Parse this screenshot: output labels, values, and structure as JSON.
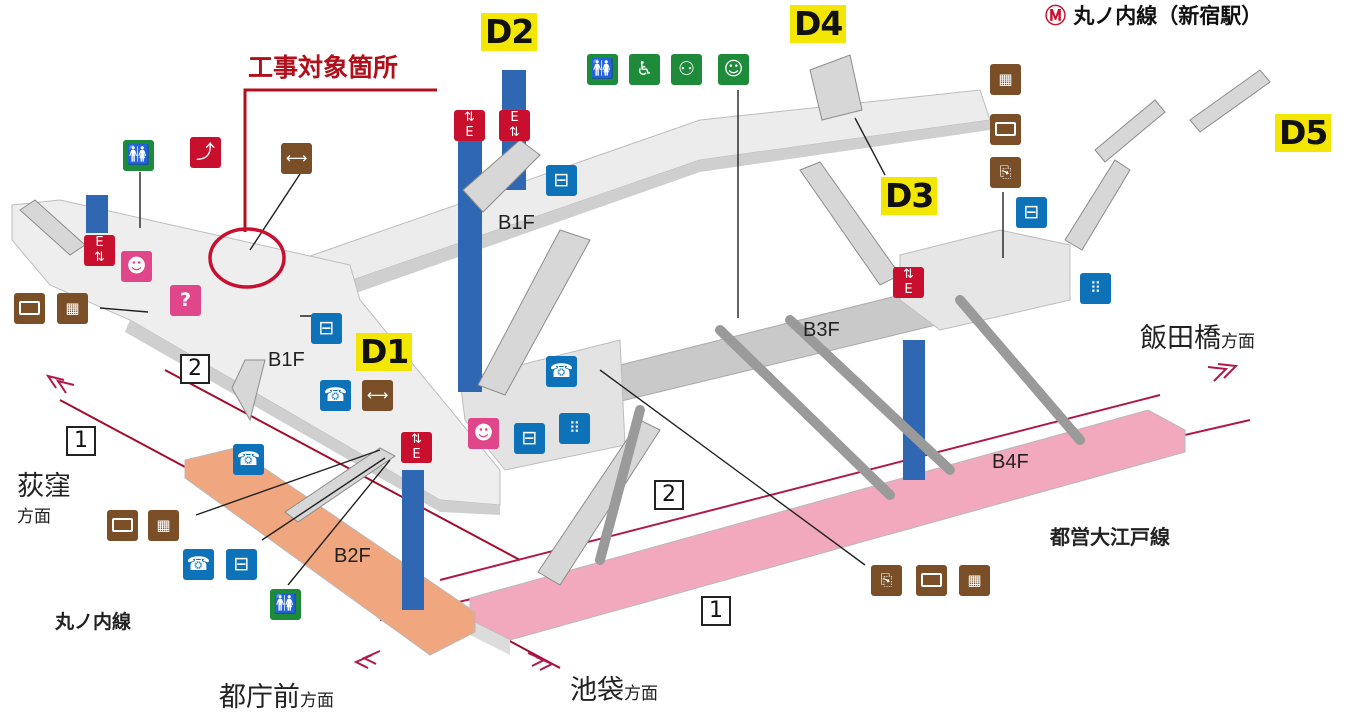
{
  "header": {
    "line_symbol": "Ⓜ",
    "line_title": "丸ノ内線（新宿駅）"
  },
  "construction": {
    "label": "工事対象箇所"
  },
  "exits": {
    "d1": "D1",
    "d2": "D2",
    "d3": "D3",
    "d4": "D4",
    "d5": "D5"
  },
  "floors": {
    "b1f_upper": "B1F",
    "b1f_lower": "B1F",
    "b2f": "B2F",
    "b3f": "B3F",
    "b4f": "B4F"
  },
  "tracks": {
    "marunouchi_1": "1",
    "marunouchi_2": "2",
    "oedo_1": "1",
    "oedo_2": "2"
  },
  "directions": {
    "ogikubo_main": "荻窪",
    "ogikubo_sub": "方面",
    "tochomae_main": "都庁前",
    "tochomae_sub": "方面",
    "ikebukuro_main": "池袋",
    "ikebukuro_sub": "方面",
    "iidabashi_main": "飯田橋",
    "iidabashi_sub": "方面"
  },
  "lines": {
    "marunouchi": "丸ノ内線",
    "oedo": "都営大江戸線"
  },
  "icons": {
    "ticket_machine": "ticket-machine",
    "ic_card": "ic-card",
    "fare_adjust": "fare-adjustment",
    "toilet": "toilet",
    "accessible_toilet": "accessible-toilet",
    "baby_room": "baby-care",
    "escalator": "escalator",
    "elevator": "elevator",
    "locker": "coin-locker",
    "payphone": "payphone",
    "info": "information",
    "station_office": "station-attendant",
    "braille": "tactile-map",
    "transfer": "passage"
  },
  "colors": {
    "marunouchi_red": "#c8102e",
    "oedo_magenta": "#b0174d",
    "b2f_platform": "#f0a77f",
    "b4f_platform": "#f2a9bd",
    "b3f_concourse": "#c9c9c9",
    "exit_yellow": "#f3e600",
    "construction_red": "#b0101c",
    "pillar_blue": "#2f67b2"
  }
}
